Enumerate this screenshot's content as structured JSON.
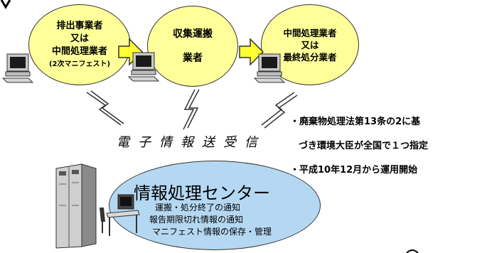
{
  "flow": [
    {
      "lines": [
        "排出事業者",
        "又は",
        "中間処理業者"
      ],
      "note": "(2次マニフェスト)"
    },
    {
      "lines": [
        "収集運搬",
        "業者"
      ]
    },
    {
      "lines": [
        "中間処理業者",
        "又は",
        "最終処分業者"
      ]
    }
  ],
  "communication_label": "電子情報送受信",
  "center": {
    "title": "情報処理センター",
    "items": [
      "運搬・処分終了の通知",
      "報告期限切れ情報の通知",
      "マニフェスト情報の保存・管理"
    ]
  },
  "notes": [
    "・廃棄物処理法第13条の2に基",
    "づき環境大臣が全国で１つ指定",
    "・平成10年12月から運用開始"
  ],
  "colors": {
    "circle_fill": "#ffff99",
    "arrow_fill": "#ffff33",
    "ellipse_fill": "#b5d8f2"
  },
  "icons": [
    "computer-icon",
    "lightning-icon",
    "server-icon",
    "desk-icon"
  ]
}
